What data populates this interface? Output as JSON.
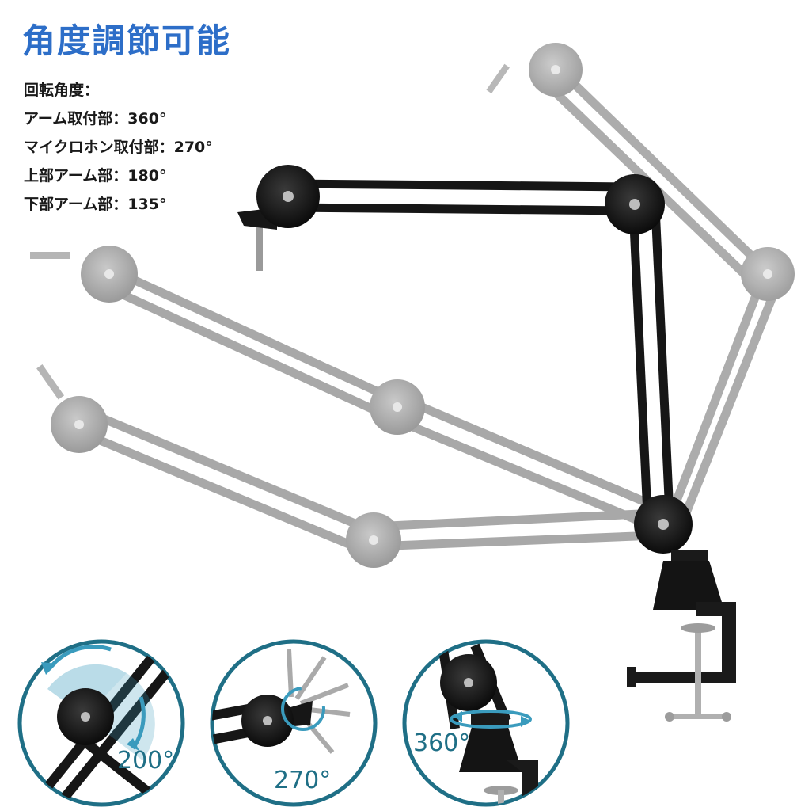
{
  "title": "角度調節可能",
  "spec_heading": "回転角度：",
  "specs": [
    "アーム取付部：360°",
    "マイクロホン取付部：270°",
    "上部アーム部：180°",
    "下部アーム部：135°"
  ],
  "details": [
    {
      "label": "200°"
    },
    {
      "label": "270°"
    },
    {
      "label": "360°"
    }
  ],
  "colors": {
    "title": "#2d6ec8",
    "detail_ring": "#1f6f86",
    "arm_black": "#161616",
    "arm_ghost": "#a8a8a8",
    "rotation_arrow": "#3a9bbd"
  }
}
